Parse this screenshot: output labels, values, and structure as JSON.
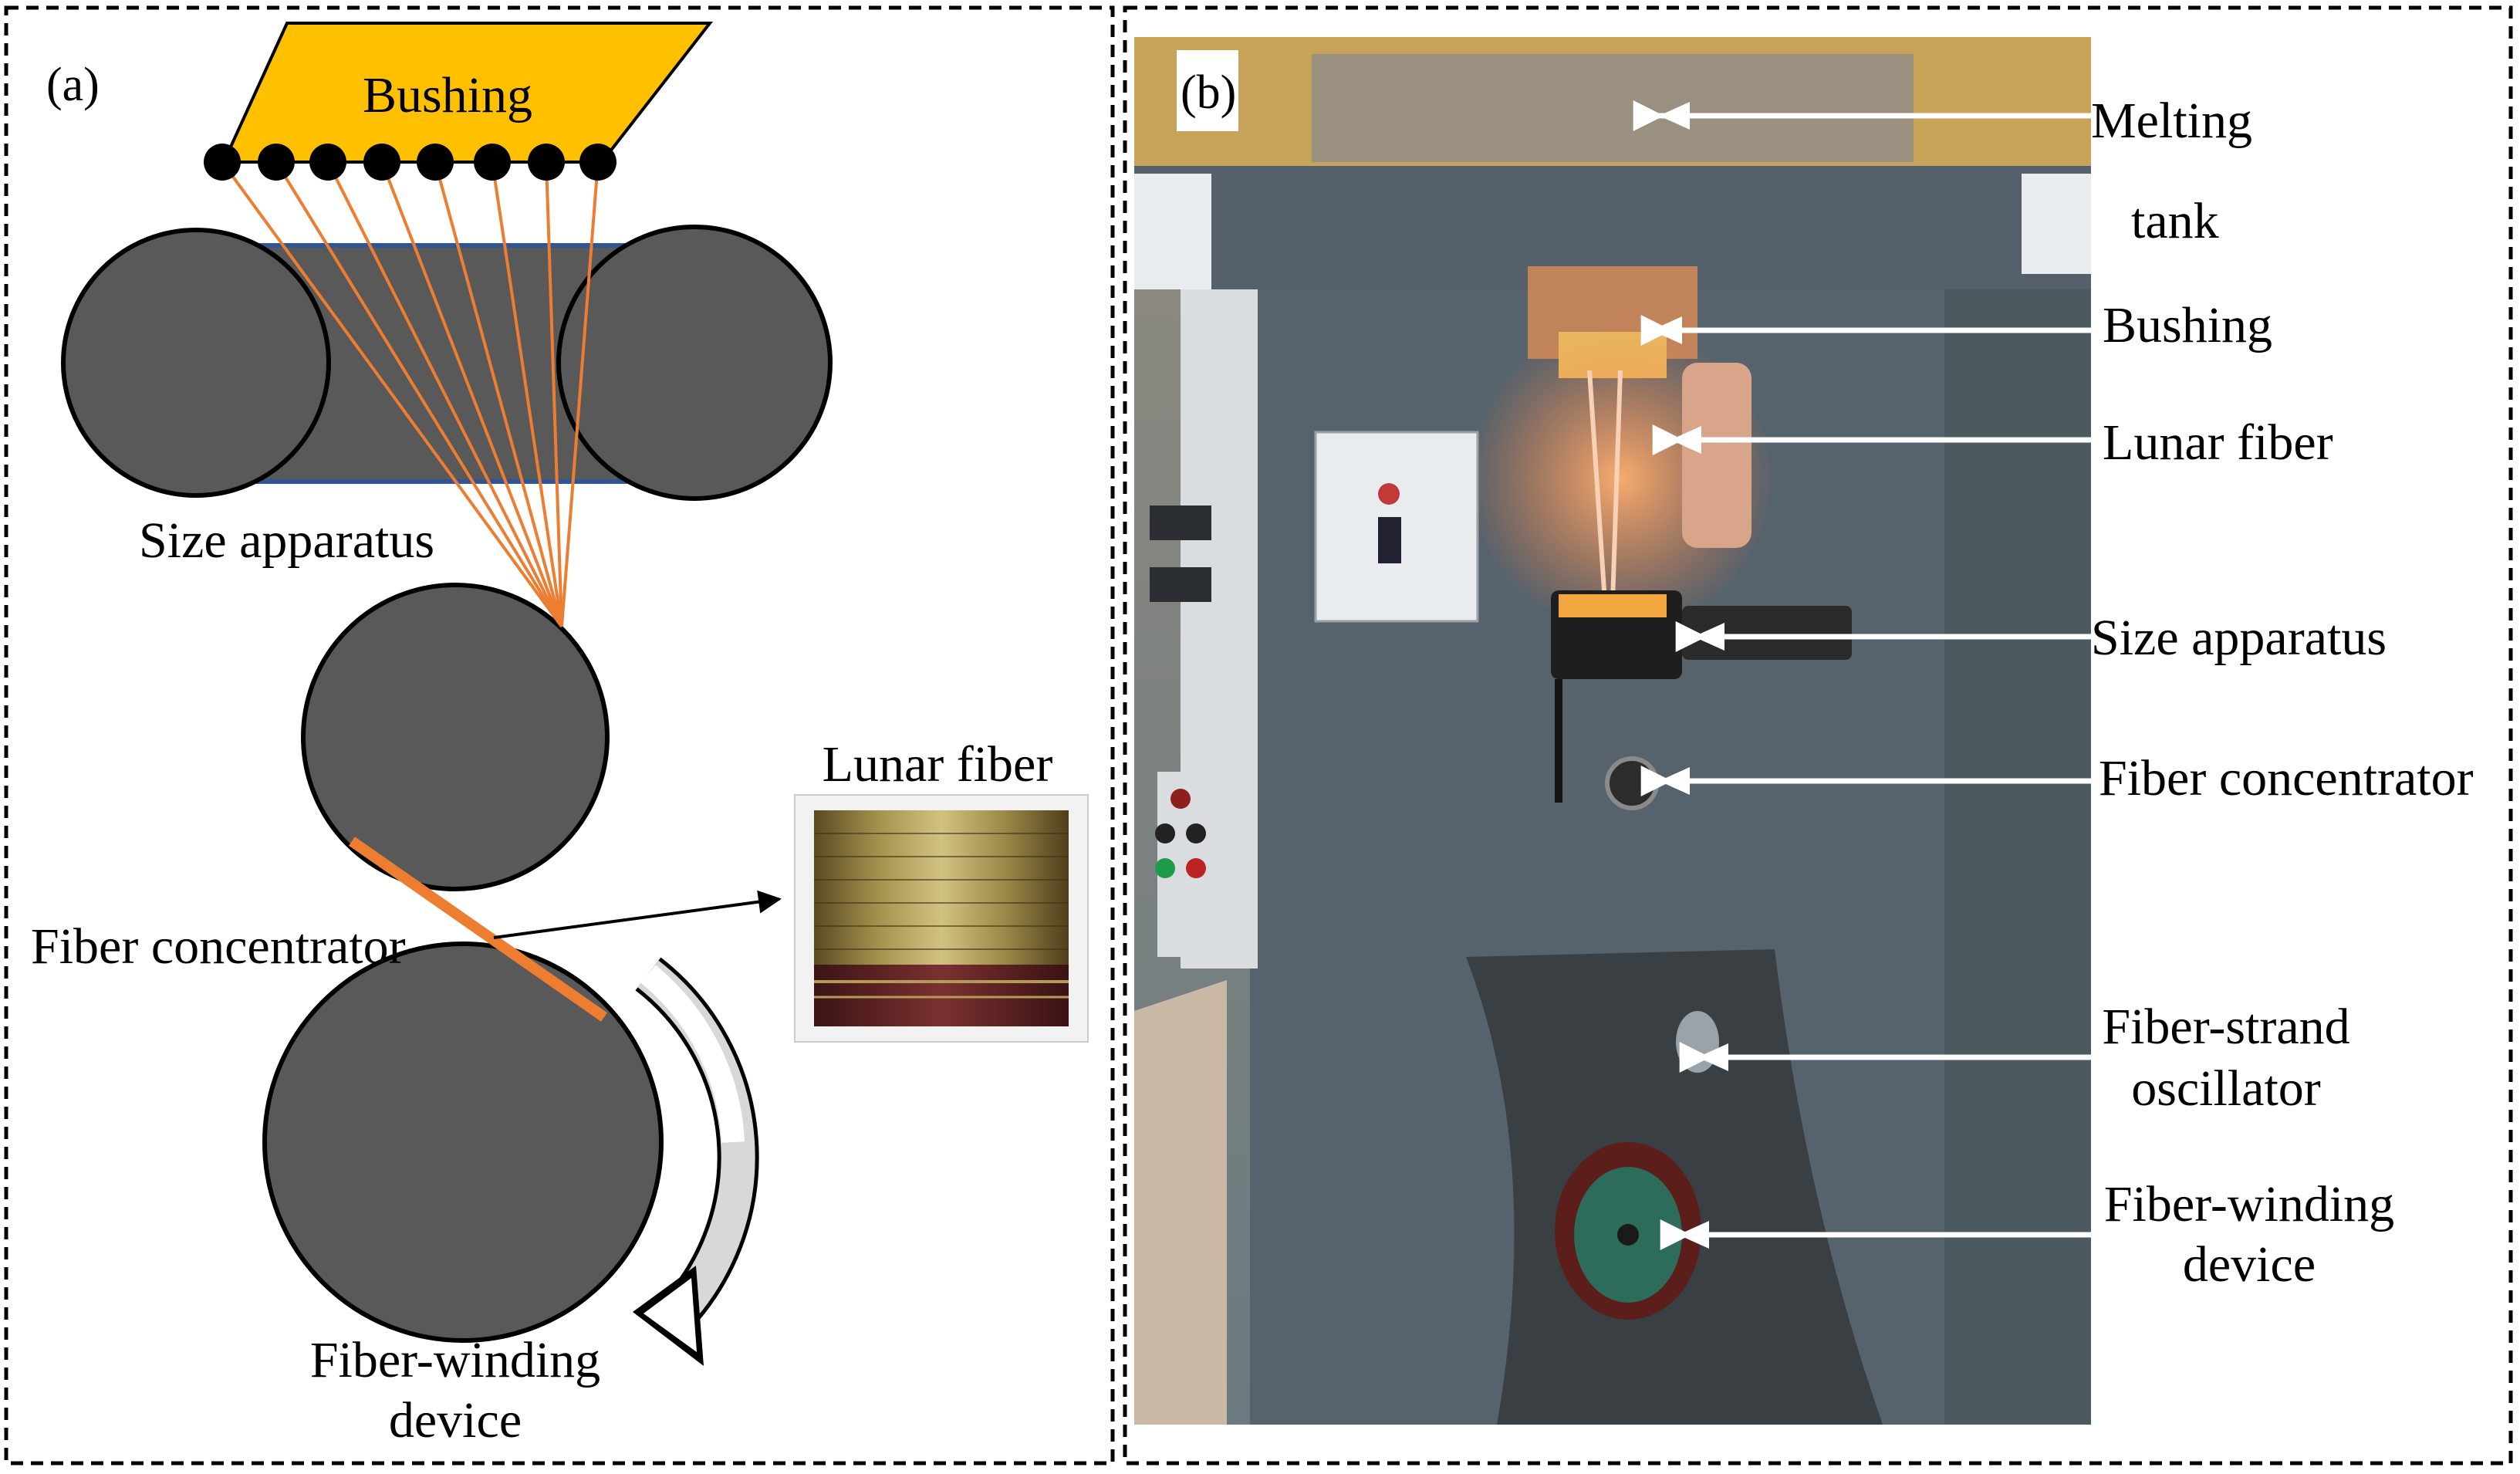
{
  "panel_a": {
    "tag": "(a)",
    "bushing_label": "Bushing",
    "size_apparatus_label": "Size apparatus",
    "fiber_concentrator_label": "Fiber concentrator",
    "fiber_winding_label_line1": "Fiber-winding",
    "fiber_winding_label_line2": "device",
    "lunar_fiber_label": "Lunar fiber",
    "nozzle_count": 8,
    "colors": {
      "bushing": "#FFC000",
      "roller": "#595959",
      "size_band": "#44546A",
      "fiber": "#ED7D31"
    }
  },
  "panel_b": {
    "tag": "(b)",
    "labels": {
      "melting_line1": "Melting",
      "melting_line2": "tank",
      "bushing": "Bushing",
      "lunar_fiber": "Lunar fiber",
      "size_apparatus": "Size apparatus",
      "fiber_concentrator": "Fiber concentrator",
      "oscillator_line1": "Fiber-strand",
      "oscillator_line2": "oscillator",
      "winding_line1": "Fiber-winding",
      "winding_line2": "device"
    }
  }
}
